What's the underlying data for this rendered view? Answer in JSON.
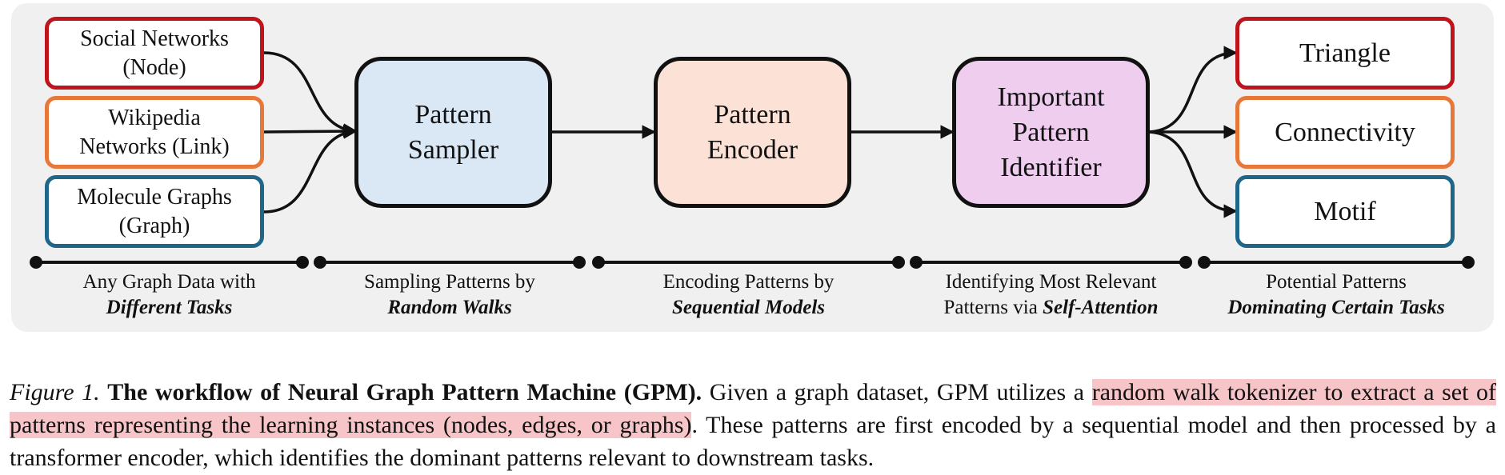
{
  "colors": {
    "panel_bg": "#f0f0f0",
    "red": "#c0141c",
    "orange": "#e8773a",
    "blue": "#1f6689",
    "sampler_fill": "#dae7f5",
    "encoder_fill": "#fbe1d6",
    "identifier_fill": "#efcdef",
    "highlight": "#f7c4c8"
  },
  "inputs": [
    {
      "line1": "Social Networks",
      "line2": "(Node)",
      "color": "red"
    },
    {
      "line1": "Wikipedia",
      "line2": "Networks (Link)",
      "color": "orange"
    },
    {
      "line1": "Molecule Graphs",
      "line2": "(Graph)",
      "color": "blue"
    }
  ],
  "modules": {
    "sampler": {
      "line1": "Pattern",
      "line2": "Sampler"
    },
    "encoder": {
      "line1": "Pattern",
      "line2": "Encoder"
    },
    "identifier": {
      "line1": "Important",
      "line2": "Pattern",
      "line3": "Identifier"
    }
  },
  "outputs": [
    {
      "label": "Triangle",
      "color": "red"
    },
    {
      "label": "Connectivity",
      "color": "orange"
    },
    {
      "label": "Motif",
      "color": "blue"
    }
  ],
  "stages": [
    {
      "line1": "Any Graph Data with",
      "pre": "",
      "emph": "Different Tasks"
    },
    {
      "line1": "Sampling Patterns by",
      "pre": "",
      "emph": "Random Walks"
    },
    {
      "line1": "Encoding Patterns by",
      "pre": "",
      "emph": "Sequential Models"
    },
    {
      "line1": "Identifying Most Relevant",
      "pre": "Patterns via ",
      "emph": "Self-Attention"
    },
    {
      "line1": "Potential Patterns",
      "pre": "",
      "emph": "Dominating Certain Tasks"
    }
  ],
  "caption": {
    "label": "Figure 1.",
    "title": "The workflow of Neural Graph Pattern Machine (GPM).",
    "text_before": "Given a graph dataset, GPM utilizes a",
    "highlighted": "random walk tokenizer to extract a set of patterns representing the learning instances (nodes, edges, or graphs)",
    "text_after": ". These patterns are first encoded by a sequential model and then processed by a transformer encoder, which identifies the dominant patterns relevant to downstream tasks."
  }
}
